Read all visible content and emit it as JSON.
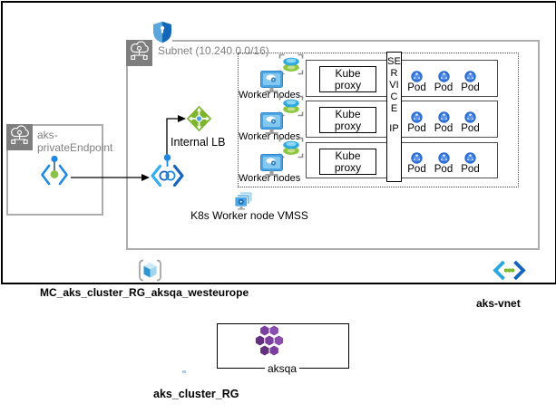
{
  "colors": {
    "header_gray": "#7e7e7e",
    "box_border_gray": "#adadad",
    "label_gray": "#808080",
    "ink": "#000000",
    "azure_blue": "#1e88e5",
    "lb_green": "#7cb52c",
    "pod_blue": "#2e6fd4",
    "aks_purple": "#7b3f9f",
    "vnet_dot_green": "#76b82a"
  },
  "managed_rg": {
    "label": "MC_aks_cluster_RG_aksqa_westeurope",
    "icon": "resource-group-cube-icon"
  },
  "vnet": {
    "label": "aks-vnet",
    "icon": "virtual-network-icon"
  },
  "subnet": {
    "label": "Subnet (10.240.0.0/16)",
    "nsg_icon": "network-security-shield-icon",
    "header_icon": "cloud-network-icon"
  },
  "private_endpoint": {
    "label": "aks-privateEndpoint",
    "icon": "private-endpoint-icon",
    "header_icon": "cloud-network-icon"
  },
  "private_link": {
    "icon": "private-link-icon"
  },
  "internal_lb": {
    "label": "Internal LB",
    "icon": "load-balancer-icon"
  },
  "vmss": {
    "label": "K8s Worker node VMSS",
    "icon": "vmss-icon"
  },
  "worker_groups": [
    {
      "label": "Worker nodes"
    },
    {
      "label": "Worker nodes"
    },
    {
      "label": "Worker nodes"
    }
  ],
  "service_ip": {
    "label": "SERVICE IP",
    "lines": [
      "SERVICE",
      "IP"
    ]
  },
  "node_rows": [
    {
      "kube_proxy_label": "Kube proxy",
      "pods": [
        "Pod",
        "Pod",
        "Pod"
      ]
    },
    {
      "kube_proxy_label": "Kube proxy",
      "pods": [
        "Pod",
        "Pod",
        "Pod"
      ]
    },
    {
      "kube_proxy_label": "Kube proxy",
      "pods": [
        "Pod",
        "Pod",
        "Pod"
      ]
    }
  ],
  "aks_cluster": {
    "name": "aksqa",
    "icon": "aks-icon"
  },
  "cluster_rg": {
    "label": "aks_cluster_RG"
  }
}
